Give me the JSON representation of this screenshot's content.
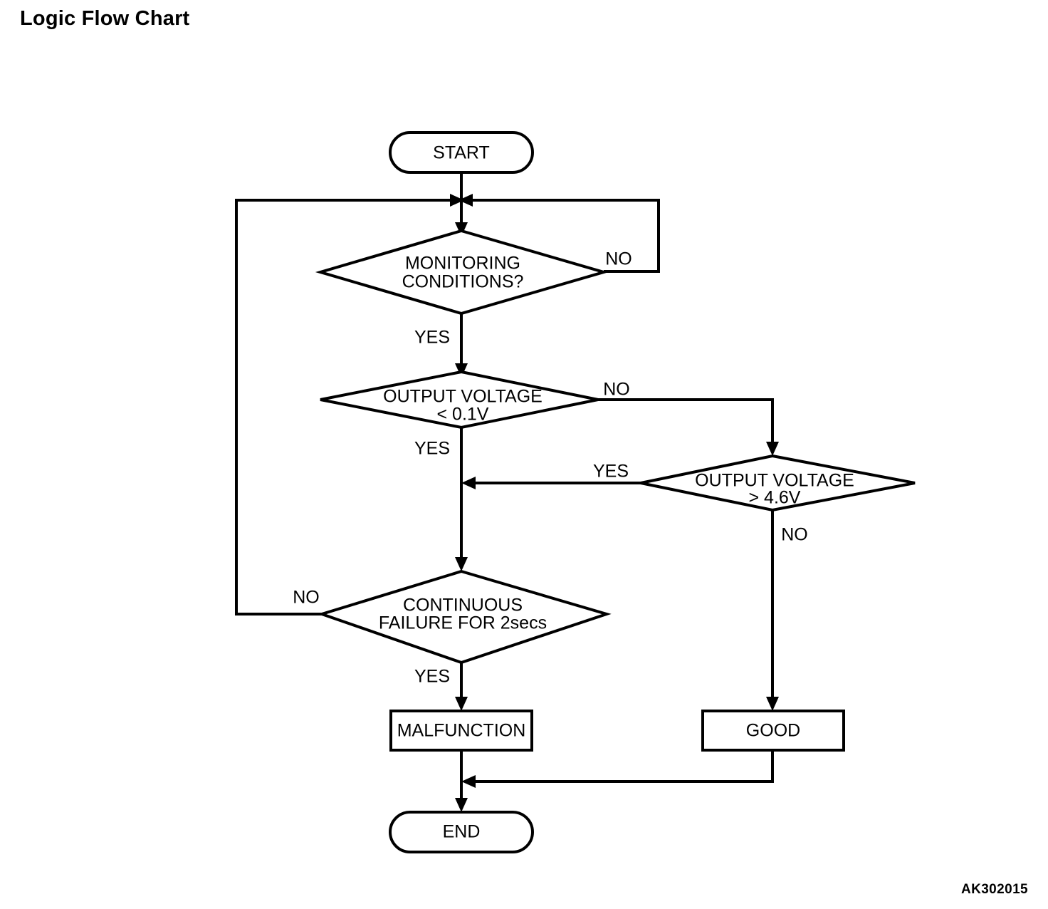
{
  "page": {
    "title": "Logic Flow Chart",
    "watermark": "AK302015",
    "background_color": "#ffffff",
    "line_color": "#000000"
  },
  "chart_data": {
    "type": "diagram",
    "diagram_kind": "flowchart",
    "title": "Logic Flow Chart",
    "nodes": [
      {
        "id": "start",
        "shape": "terminator",
        "label": "START"
      },
      {
        "id": "monitoring",
        "shape": "decision",
        "label_line1": "MONITORING",
        "label_line2": "CONDITIONS?"
      },
      {
        "id": "voltage_low",
        "shape": "decision",
        "label_line1": "OUTPUT VOLTAGE",
        "label_line2": "< 0.1V"
      },
      {
        "id": "voltage_high",
        "shape": "decision",
        "label_line1": "OUTPUT VOLTAGE",
        "label_line2": "> 4.6V"
      },
      {
        "id": "continuous_failure",
        "shape": "decision",
        "label_line1": "CONTINUOUS",
        "label_line2": "FAILURE FOR 2secs"
      },
      {
        "id": "malfunction",
        "shape": "process",
        "label": "MALFUNCTION"
      },
      {
        "id": "good",
        "shape": "process",
        "label": "GOOD"
      },
      {
        "id": "end",
        "shape": "terminator",
        "label": "END"
      }
    ],
    "edges": [
      {
        "from": "start",
        "to": "monitoring",
        "label": ""
      },
      {
        "from": "monitoring",
        "to": "start_junction",
        "label": "NO"
      },
      {
        "from": "monitoring",
        "to": "voltage_low",
        "label": "YES"
      },
      {
        "from": "voltage_low",
        "to": "voltage_high",
        "label": "NO"
      },
      {
        "from": "voltage_low",
        "to": "continuous_failure",
        "label": "YES"
      },
      {
        "from": "voltage_high",
        "to": "continuous_failure",
        "label": "YES"
      },
      {
        "from": "voltage_high",
        "to": "good",
        "label": "NO"
      },
      {
        "from": "continuous_failure",
        "to": "start_junction",
        "label": "NO"
      },
      {
        "from": "continuous_failure",
        "to": "malfunction",
        "label": "YES"
      },
      {
        "from": "malfunction",
        "to": "end",
        "label": ""
      },
      {
        "from": "good",
        "to": "end",
        "label": ""
      }
    ]
  },
  "labels": {
    "start": "START",
    "end": "END",
    "malfunction": "MALFUNCTION",
    "good": "GOOD",
    "monitoring_l1": "MONITORING",
    "monitoring_l2": "CONDITIONS?",
    "voltage_low_l1": "OUTPUT VOLTAGE",
    "voltage_low_l2": "< 0.1V",
    "voltage_high_l1": "OUTPUT VOLTAGE",
    "voltage_high_l2": "> 4.6V",
    "failure_l1": "CONTINUOUS",
    "failure_l2": "FAILURE FOR 2secs",
    "no_monitoring": "NO",
    "yes_monitoring": "YES",
    "no_voltage_low": "NO",
    "yes_voltage_low": "YES",
    "yes_voltage_high": "YES",
    "no_voltage_high": "NO",
    "no_failure": "NO",
    "yes_failure": "YES"
  }
}
